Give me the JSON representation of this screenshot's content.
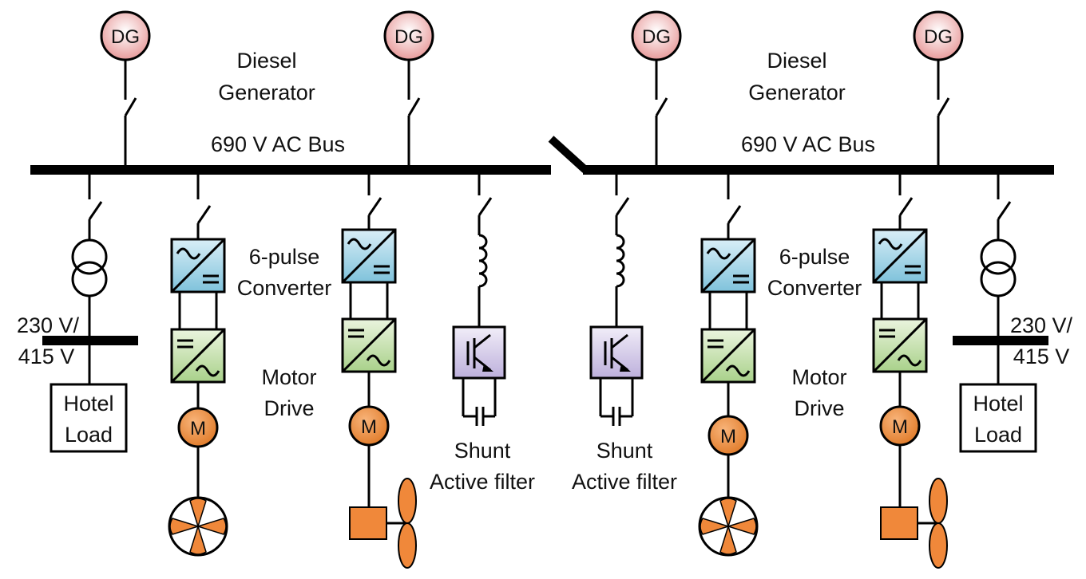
{
  "generator_label": "DG",
  "motor_label": "M",
  "left": {
    "diesel_label_line1": "Diesel",
    "diesel_label_line2": "Generator",
    "bus_label": "690 V AC Bus",
    "converter_label_line1": "6-pulse",
    "converter_label_line2": "Converter",
    "motor_drive_line1": "Motor",
    "motor_drive_line2": "Drive",
    "filter_label_line1": "Shunt",
    "filter_label_line2": "Active filter",
    "voltage_line1": "230 V/",
    "voltage_line2": "415 V",
    "load_line1": "Hotel",
    "load_line2": "Load"
  },
  "right": {
    "diesel_label_line1": "Diesel",
    "diesel_label_line2": "Generator",
    "bus_label": "690 V AC Bus",
    "converter_label_line1": "6-pulse",
    "converter_label_line2": "Converter",
    "motor_drive_line1": "Motor",
    "motor_drive_line2": "Drive",
    "filter_label_line1": "Shunt",
    "filter_label_line2": "Active filter",
    "voltage_line1": "230 V/",
    "voltage_line2": "415 V",
    "load_line1": "Hotel",
    "load_line2": "Load"
  },
  "colors": {
    "generator_fill": "#f2b8b8",
    "motor_fill": "#f0883a",
    "rectifier_fill": "#a9d6e8",
    "inverter_fill": "#cfe6b8",
    "igbt_fill": "#d8d0ec",
    "load_fill": "#ffffff"
  }
}
